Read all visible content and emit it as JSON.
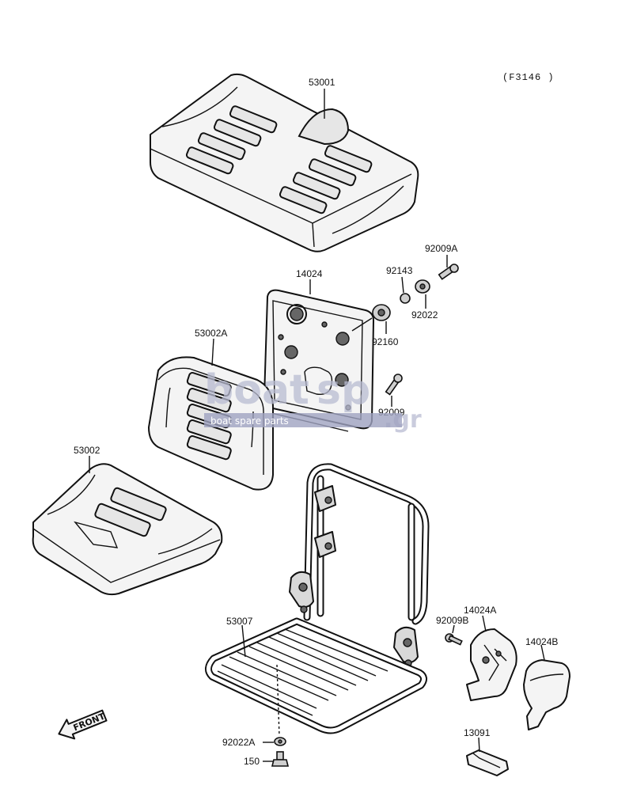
{
  "diagram": {
    "reference": "(F3146 )",
    "parts": {
      "p53001": "53001",
      "p92009A": "92009A",
      "p92143": "92143",
      "p14024": "14024",
      "p92022": "92022",
      "p53002A": "53002A",
      "p92160": "92160",
      "p92009": "92009",
      "p53002": "53002",
      "p14024A": "14024A",
      "p92009B": "92009B",
      "p53007": "53007",
      "p14024B": "14024B",
      "p13091": "13091",
      "p92022A": "92022A",
      "p150": "150"
    },
    "front_label": "FRONT"
  },
  "watermark": {
    "brand_part1": "boat",
    "brand_part2": "sp",
    "brand_tld": ".gr",
    "tagline": "boat spare parts"
  }
}
